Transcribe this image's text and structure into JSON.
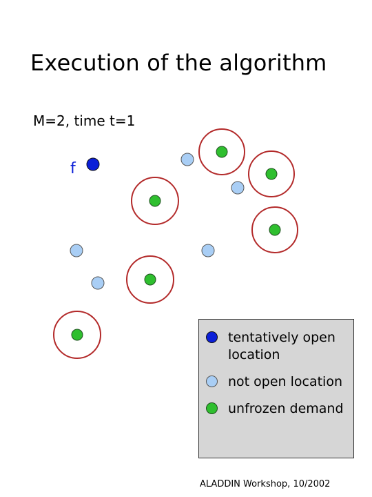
{
  "slide": {
    "title": "Execution of the algorithm",
    "subtitle": "M=2, time t=1",
    "footer": "ALADDIN Workshop, 10/2002"
  },
  "colors": {
    "tentative_open": "#0b1fd8",
    "not_open": "#a9cef5",
    "unfrozen_demand": "#2fbf2f",
    "ring": "#b32a2a",
    "dot_outline": "#1f4f1f",
    "legend_bg": "#d6d6d6"
  },
  "facility_label": "f",
  "legend": {
    "items": [
      {
        "key": "tentative_open",
        "label": "tentatively open location"
      },
      {
        "key": "not_open",
        "label": "not open location"
      },
      {
        "key": "unfrozen_demand",
        "label": "unfrozen demand"
      }
    ]
  }
}
